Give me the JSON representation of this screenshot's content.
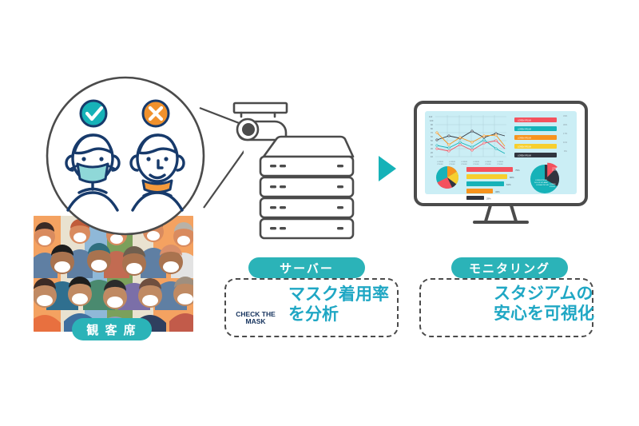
{
  "scene": {
    "title": "Mask Detection System Flow Diagram",
    "background": "#ffffff"
  },
  "colors": {
    "teal": "#2bb3b8",
    "teal_bright": "#16b2b8",
    "teal_text": "#1fa7c4",
    "navy": "#173a6b",
    "navy_dark": "#14315c",
    "orange": "#f0912d",
    "orange_mask": "#f59a3c",
    "gray_line": "#4b4b4b",
    "mask_teal": "#8fd8d8",
    "screen_bg": "#cbeef5",
    "red": "#f4525e",
    "yellow": "#f7cf2e",
    "dark_slice": "#31353f"
  },
  "labels": {
    "crowd_badge": "観 客 席",
    "server_badge": "サーバー",
    "monitoring_badge": "モニタリング"
  },
  "cards": {
    "server": {
      "icon_name": "check-the-mask-icon",
      "icon_caption_line1": "CHECK THE",
      "icon_caption_line2": "MASK",
      "text_line1": "マスク着用率",
      "text_line2": "を分析"
    },
    "monitoring": {
      "icon_name": "people-shield-icon",
      "text_line1": "スタジアムの",
      "text_line2": "安心を可視化"
    }
  },
  "magnifier": {
    "ok_badge": "check-mark",
    "ng_badge": "x-mark",
    "ok_person": "person-with-mask",
    "ng_person": "person-mask-on-chin"
  },
  "devices": {
    "camera": "security-camera",
    "server_rack_units": 4,
    "arrow": "play-triangle-right"
  },
  "chart_data": [
    {
      "type": "line",
      "title": "",
      "x": [
        "LOREM IPSUM",
        "LOREM IPSUM",
        "LOREM IPSUM",
        "LOREM IPSUM",
        "LOREM IPSUM",
        "LOREM IPSUM"
      ],
      "ylim": [
        10,
        110
      ],
      "yticks": [
        10,
        20,
        30,
        40,
        50,
        60,
        70,
        80,
        90,
        100,
        110
      ],
      "grid": true,
      "series": [
        {
          "name": "series-dark",
          "color": "#31353f",
          "values": [
            52,
            62,
            57,
            72,
            60,
            68
          ]
        },
        {
          "name": "series-orange",
          "color": "#f7941e",
          "values": [
            70,
            42,
            58,
            49,
            62,
            38
          ]
        },
        {
          "name": "series-teal",
          "color": "#16b2b8",
          "values": [
            38,
            30,
            44,
            32,
            50,
            26
          ]
        },
        {
          "name": "series-red",
          "color": "#f4525e",
          "values": [
            30,
            25,
            40,
            28,
            46,
            52
          ]
        }
      ]
    },
    {
      "type": "bar",
      "orientation": "horizontal",
      "title": "",
      "categories": [
        "LOREM IPSUM",
        "LOREM IPSUM",
        "LOREM IPSUM",
        "LOREM IPSUM",
        "LOREM IPSUM"
      ],
      "values": [
        75,
        66,
        61,
        43,
        29
      ],
      "value_labels": [
        "75%",
        "66%",
        "61%",
        "43%",
        "29%"
      ],
      "colors": [
        "#f4525e",
        "#f7cf2e",
        "#16b2b8",
        "#f7941e",
        "#31353f"
      ]
    },
    {
      "type": "pie",
      "name": "legend-bars",
      "title": "",
      "categories": [
        "LOREM IPSUM",
        "LOREM IPSUM",
        "LOREM IPSUM",
        "LOREM IPSUM",
        "LOREM IPSUM"
      ],
      "values": [
        33,
        30,
        17,
        11,
        9
      ],
      "value_labels": [
        "33%",
        "30%",
        "17%",
        "11%",
        "9%"
      ],
      "colors": [
        "#f4525e",
        "#16b2b8",
        "#f7941e",
        "#f7cf2e",
        "#31353f"
      ]
    },
    {
      "type": "pie",
      "name": "pie-left",
      "title": "",
      "categories": [
        "LOREM",
        "IPSUM",
        "DOLOR",
        "SIT",
        "AMET"
      ],
      "values": [
        30,
        12,
        22,
        30,
        6
      ],
      "colors": [
        "#16b2b8",
        "#f7941e",
        "#f7cf2e",
        "#f4525e",
        "#31353f"
      ]
    },
    {
      "type": "pie",
      "name": "pie-right",
      "title": "",
      "categories": [
        "LOREM IPSUM DOLOR SIT AMET CONSECTETUR",
        "LOREM IPSUM",
        "LOREM IPSUM"
      ],
      "values": [
        62,
        24,
        14
      ],
      "colors": [
        "#16b2b8",
        "#31353f",
        "#f4525e"
      ]
    }
  ]
}
